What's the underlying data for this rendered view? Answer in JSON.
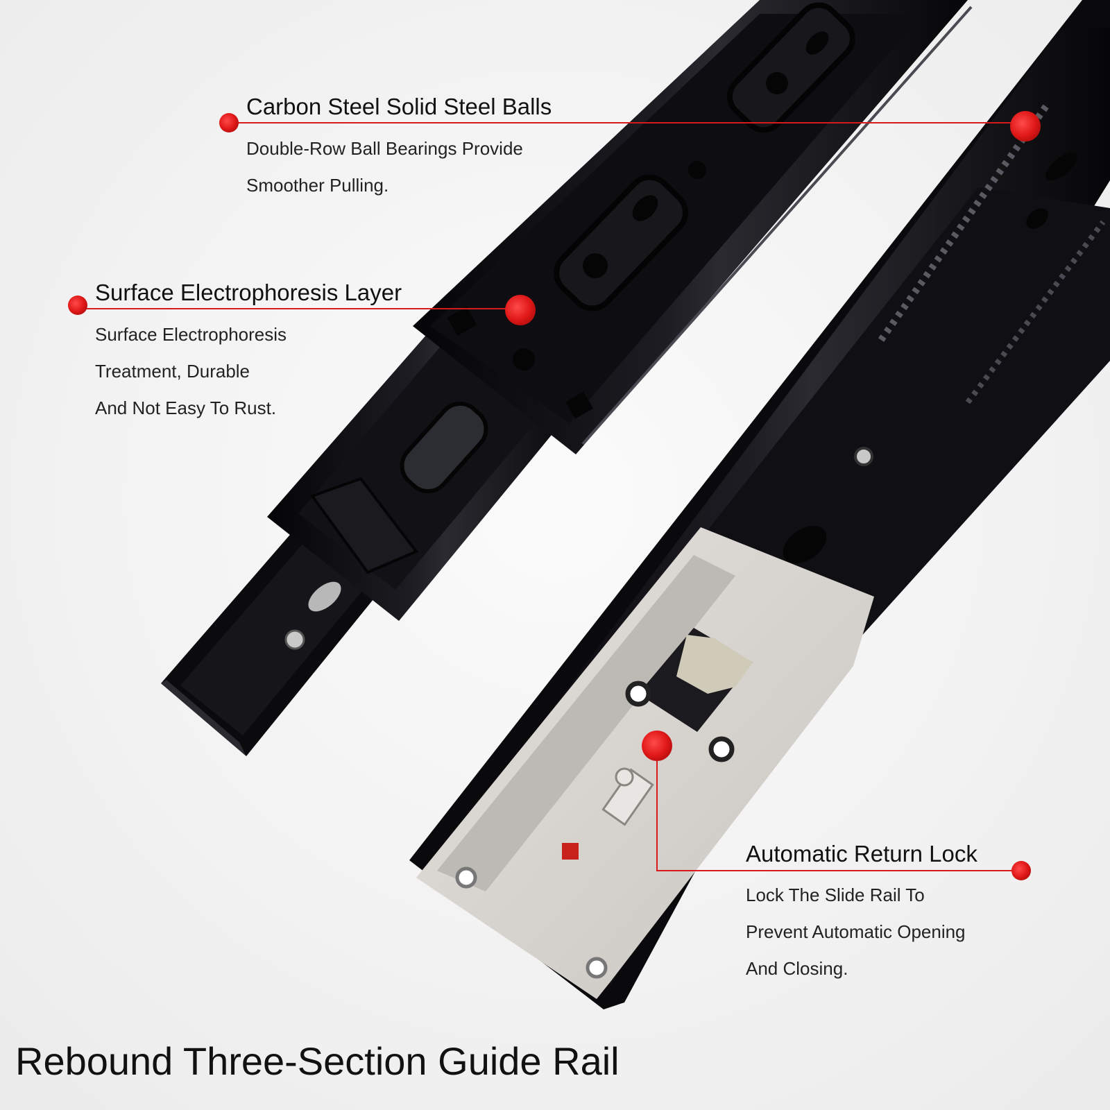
{
  "title": "Rebound Three-Section Guide Rail",
  "callouts": [
    {
      "title": "Carbon Steel Solid Steel Balls",
      "lines": [
        "Double-Row Ball Bearings Provide",
        "Smoother Pulling."
      ]
    },
    {
      "title": "Surface Electrophoresis Layer",
      "lines": [
        "Surface Electrophoresis",
        "Treatment, Durable",
        "And Not Easy To Rust."
      ]
    },
    {
      "title": "Automatic Return Lock",
      "lines": [
        "Lock The Slide Rail To",
        "Prevent Automatic Opening",
        "And Closing."
      ]
    }
  ],
  "colors": {
    "background": "#f4f4f4",
    "rail": "#0d0d10",
    "marker": "#e01818",
    "plastic": "#d9d6d2"
  }
}
